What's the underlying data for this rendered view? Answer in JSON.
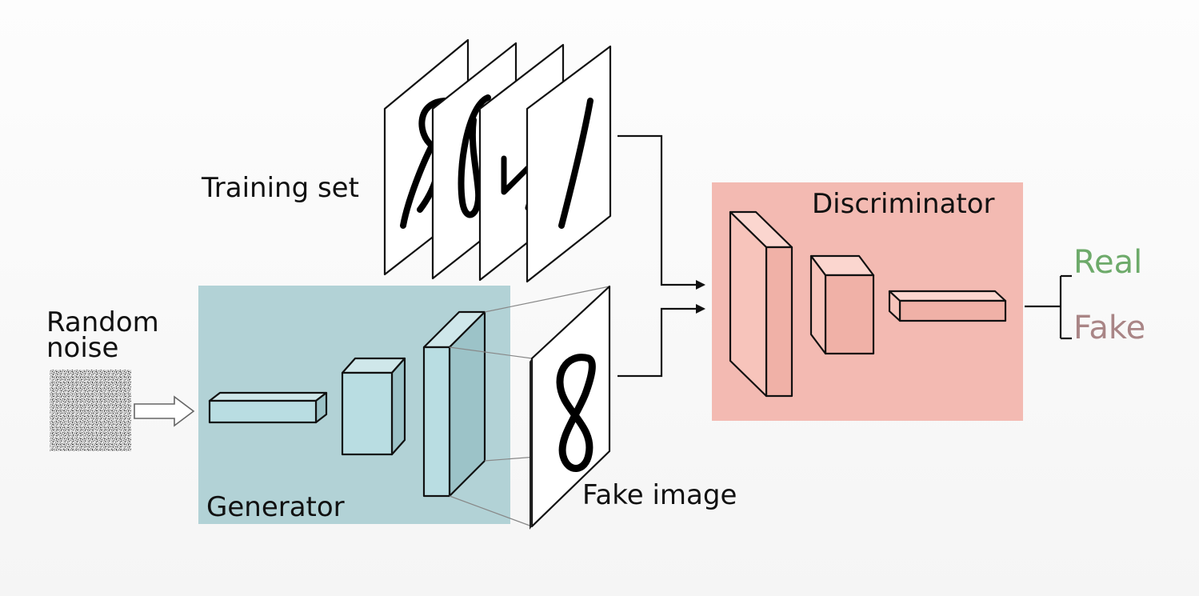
{
  "labels": {
    "training_set": "Training set",
    "random_noise_line1": "Random",
    "random_noise_line2": "noise",
    "generator": "Generator",
    "fake_image": "Fake image",
    "discriminator": "Discriminator",
    "real": "Real",
    "fake": "Fake"
  },
  "colors": {
    "generator_bg": "#b2d2d6",
    "discriminator_bg": "#f3bab2",
    "real_text": "#6daa6a",
    "fake_text": "#a98586",
    "generator_block": "#b9dde2",
    "discriminator_block": "#f7c4bb"
  }
}
